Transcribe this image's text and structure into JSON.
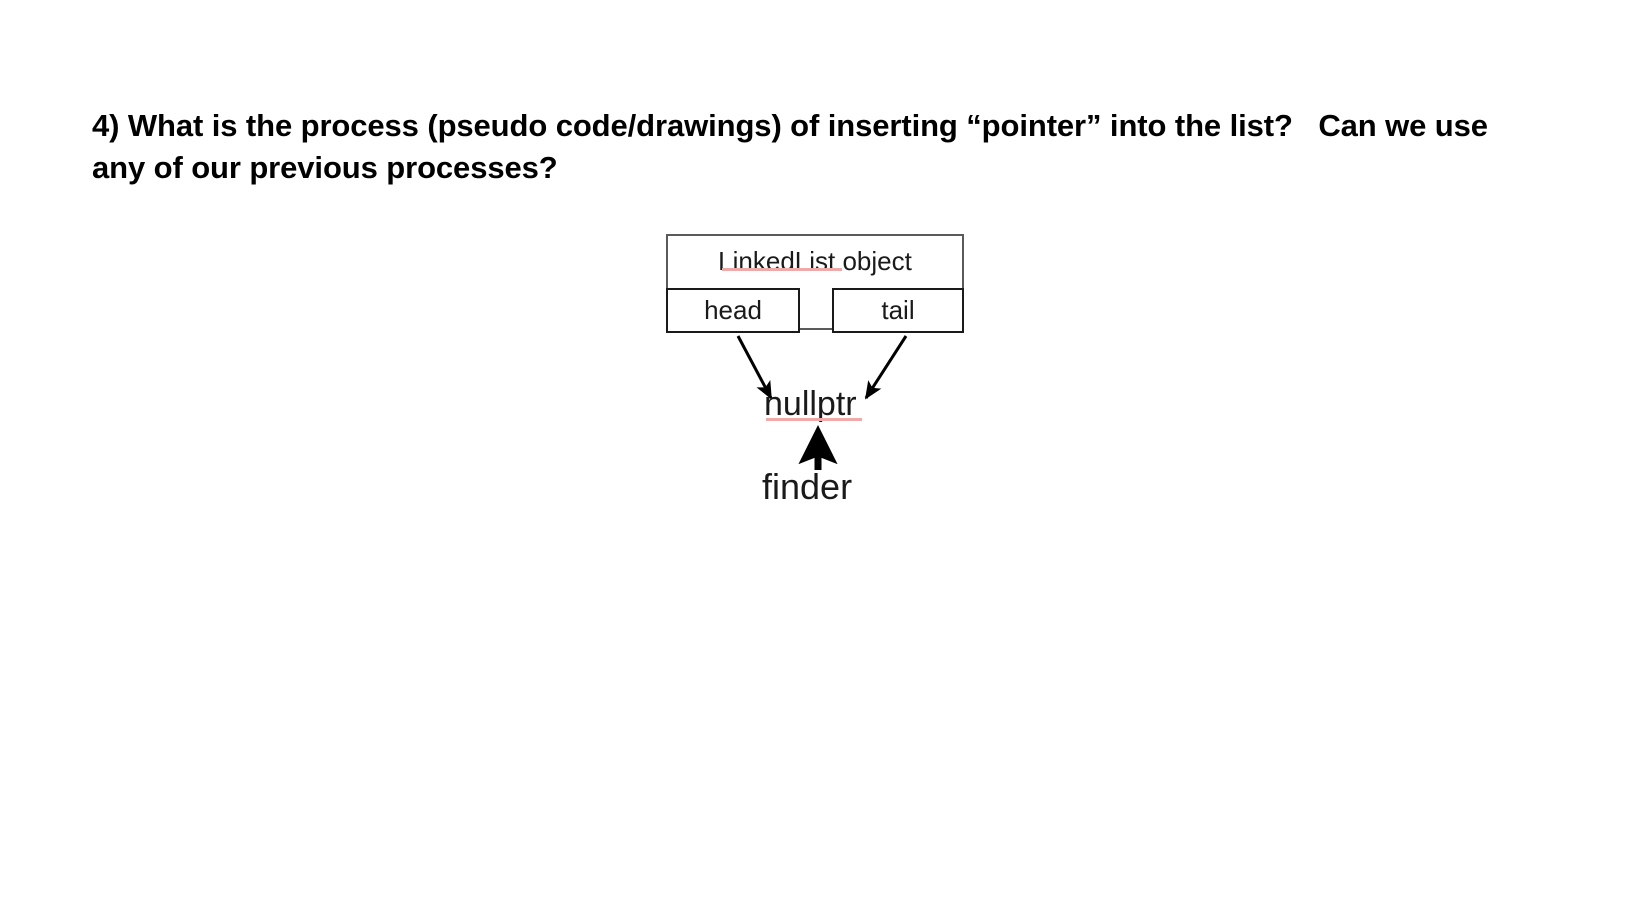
{
  "slide": {
    "question": "4) What is the process (pseudo code/drawings) of inserting “pointer” into the list?   Can we use any of our previous processes?"
  },
  "diagram": {
    "type": "linked-list-object-diagram",
    "object_box": {
      "title": "LinkedList object",
      "title_misspelled": true,
      "fields": [
        {
          "name": "head",
          "label": "head"
        },
        {
          "name": "tail",
          "label": "tail"
        }
      ]
    },
    "nodes": [
      {
        "id": "nullptr",
        "label": "nullptr",
        "misspelled": true
      },
      {
        "id": "finder",
        "label": "finder",
        "misspelled": false
      }
    ],
    "edges": [
      {
        "from": "head",
        "to": "nullptr",
        "style": "arrow",
        "direction": "down-right"
      },
      {
        "from": "tail",
        "to": "nullptr",
        "style": "arrow",
        "direction": "down-left"
      },
      {
        "from": "finder",
        "to": "nullptr",
        "style": "arrow",
        "direction": "up"
      }
    ],
    "colors": {
      "outer_border": "#5a5a5a",
      "inner_border": "#1a1a1a",
      "text": "#1a1a1a",
      "arrow": "#000000",
      "spellcheck_underline": "#f0a9a9",
      "background": "#ffffff"
    }
  }
}
